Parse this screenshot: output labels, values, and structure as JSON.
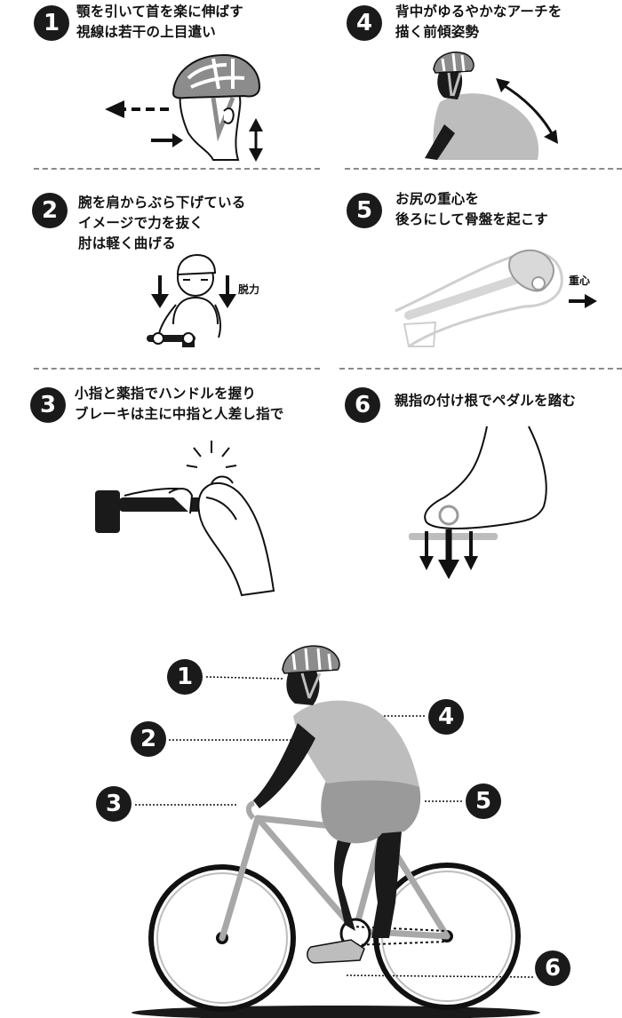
{
  "tips": [
    {
      "num": "1",
      "lines": [
        "顎を引いて首を楽に伸ばす",
        "視線は若干の上目遣い"
      ]
    },
    {
      "num": "2",
      "lines": [
        "腕を肩からぶら下げている",
        "イメージで力を抜く",
        "肘は軽く曲げる"
      ]
    },
    {
      "num": "3",
      "lines": [
        "小指と薬指でハンドルを握り",
        "ブレーキは主に中指と人差し指で"
      ]
    },
    {
      "num": "4",
      "lines": [
        "背中がゆるやかなアーチを",
        "描く前傾姿勢"
      ]
    },
    {
      "num": "5",
      "lines": [
        "お尻の重心を",
        "後ろにして骨盤を起こす"
      ]
    },
    {
      "num": "6",
      "lines": [
        "親指の付け根でペダルを踏む"
      ]
    }
  ],
  "labels": {
    "relax": "脱力",
    "center_of_gravity": "重心"
  },
  "callouts": [
    "1",
    "2",
    "3",
    "4",
    "5",
    "6"
  ],
  "colors": {
    "dark": "#1a1a1a",
    "shirt": "#bdbdbd",
    "shorts": "#9a9a9a",
    "helmet": "#8c8c8c",
    "bike": "#a8a8a8"
  }
}
